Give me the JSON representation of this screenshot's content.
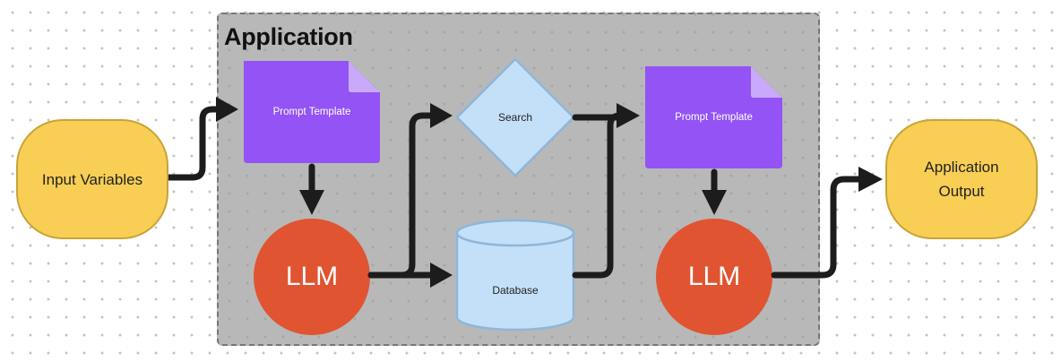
{
  "diagram": {
    "group_title": "Application",
    "nodes": {
      "input": {
        "label": "Input Variables"
      },
      "prompt1": {
        "label": "Prompt Template"
      },
      "llm1": {
        "label": "LLM"
      },
      "search": {
        "label": "Search"
      },
      "database": {
        "label": "Database"
      },
      "prompt2": {
        "label": "Prompt Template"
      },
      "llm2": {
        "label": "LLM"
      },
      "output": {
        "label_line1": "Application",
        "label_line2": "Output"
      }
    },
    "edges": [
      {
        "from": "input",
        "to": "prompt1"
      },
      {
        "from": "prompt1",
        "to": "llm1"
      },
      {
        "from": "llm1",
        "to": "search"
      },
      {
        "from": "llm1",
        "to": "database"
      },
      {
        "from": "search",
        "to": "prompt2"
      },
      {
        "from": "database",
        "to": "prompt2"
      },
      {
        "from": "prompt2",
        "to": "llm2"
      },
      {
        "from": "llm2",
        "to": "output"
      }
    ],
    "colors": {
      "terminal_fill": "#f8ce55",
      "prompt_fill": "#9353f5",
      "llm_fill": "#e05431",
      "data_fill": "#c4e0f8",
      "group_fill": "#b8b8b8",
      "arrow": "#1c1c1c"
    }
  }
}
